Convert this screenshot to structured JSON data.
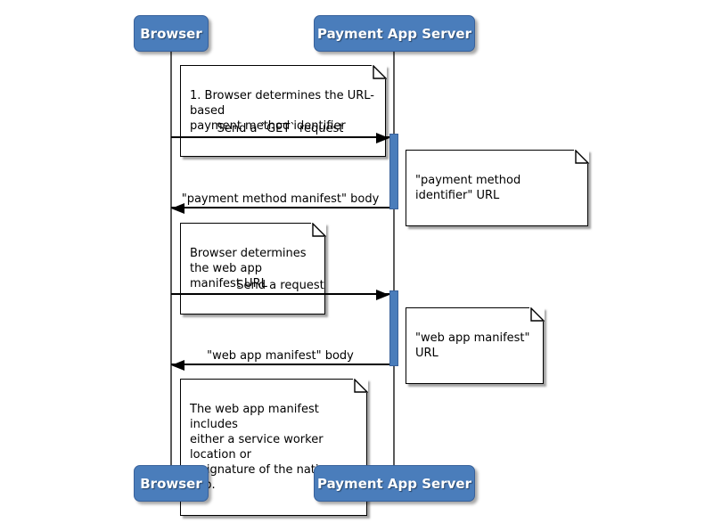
{
  "actors": [
    {
      "name": "Browser"
    },
    {
      "name": "Payment App Server"
    }
  ],
  "messages": [
    {
      "label": "Send a `GET` request",
      "direction": "right"
    },
    {
      "label": "\"payment method manifest\" body",
      "direction": "left"
    },
    {
      "label": "Send a request",
      "direction": "right"
    },
    {
      "label": "\"web app manifest\" body",
      "direction": "left"
    }
  ],
  "notes": [
    {
      "text": "1. Browser determines the URL-based\npayment method identifier"
    },
    {
      "text": "\"payment method identifier\" URL"
    },
    {
      "text": "Browser determines\nthe web app manifest URL"
    },
    {
      "text": "\"web app manifest\" URL"
    },
    {
      "text": "The web app manifest includes\neither a service worker location or\na signature of the native app."
    }
  ],
  "colors": {
    "actor_fill": "#4a7dbb",
    "actor_border": "#38619b",
    "activation_fill": "#4a7dbb",
    "activation_border": "#38619b",
    "lifeline": "#5a5a5a",
    "note_background": "#ffffff",
    "note_border": "#000000",
    "message_line": "#000000"
  }
}
